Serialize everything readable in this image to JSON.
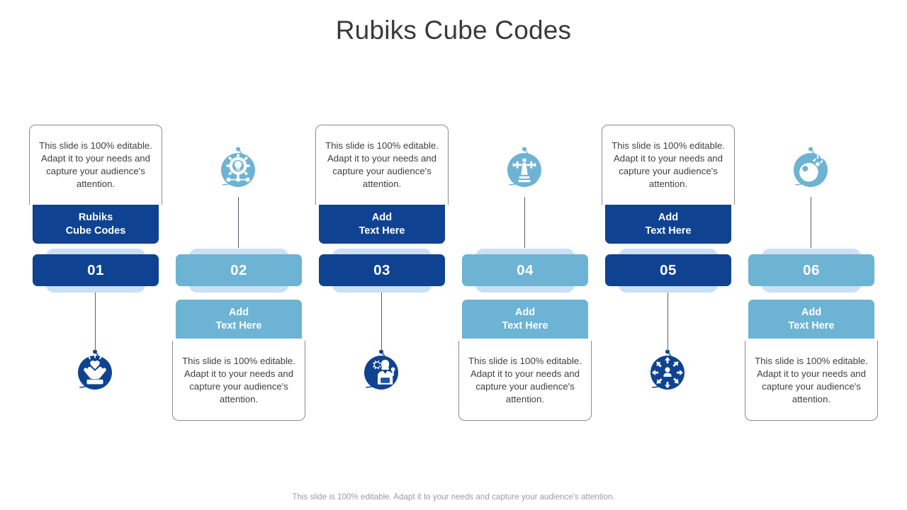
{
  "title": "Rubiks Cube Codes",
  "footer": "This slide is 100% editable. Adapt it to your needs and capture your audience's attention.",
  "description_default": "This slide is 100% editable. Adapt  it to your needs and capture your audience's attention.",
  "colors": {
    "dark_blue": "#0f4391",
    "light_blue": "#6db3d3",
    "plate_pale_blue": "#cbdff5",
    "card_border": "#8a8a8a",
    "connector": "#5a6066",
    "title_text": "#3a3a3a",
    "body_text": "#3f3f3f",
    "footer_text": "#9b9b9b"
  },
  "columns": [
    {
      "number": "01",
      "label": "Rubiks\nCube Codes",
      "label_line1": "Rubiks",
      "label_line2": "Cube Codes",
      "description": "This slide is 100% editable. Adapt  it to your needs and capture your audience's attention.",
      "orientation": "text-top",
      "theme": "dark",
      "icon": "hands-heart-icon"
    },
    {
      "number": "02",
      "label": "Add\nText Here",
      "label_line1": "Add",
      "label_line2": "Text Here",
      "description": "This slide is 100% editable. Adapt  it to your needs and capture your audience's attention.",
      "orientation": "icon-top",
      "theme": "light",
      "icon": "gear-lightbulb-icon"
    },
    {
      "number": "03",
      "label": "Add\nText Here",
      "label_line1": "Add",
      "label_line2": "Text Here",
      "description": "This slide is 100% editable. Adapt  it to your needs and capture your audience's attention.",
      "orientation": "text-top",
      "theme": "dark",
      "icon": "technician-gear-icon"
    },
    {
      "number": "04",
      "label": "Add\nText Here",
      "label_line1": "Add",
      "label_line2": "Text Here",
      "description": "This slide is 100% editable. Adapt  it to your needs and capture your audience's attention.",
      "orientation": "icon-top",
      "theme": "light",
      "icon": "broadcast-tower-icon"
    },
    {
      "number": "05",
      "label": "Add\nText Here",
      "label_line1": "Add",
      "label_line2": "Text Here",
      "description": "This slide is 100% editable. Adapt  it to your needs and capture your audience's attention.",
      "orientation": "text-top",
      "theme": "dark",
      "icon": "person-expand-arrows-icon"
    },
    {
      "number": "06",
      "label": "Add\nText Here",
      "label_line1": "Add",
      "label_line2": "Text Here",
      "description": "This slide is 100% editable. Adapt  it to your needs and capture your audience's attention.",
      "orientation": "icon-top",
      "theme": "light",
      "icon": "bomb-icon"
    }
  ]
}
